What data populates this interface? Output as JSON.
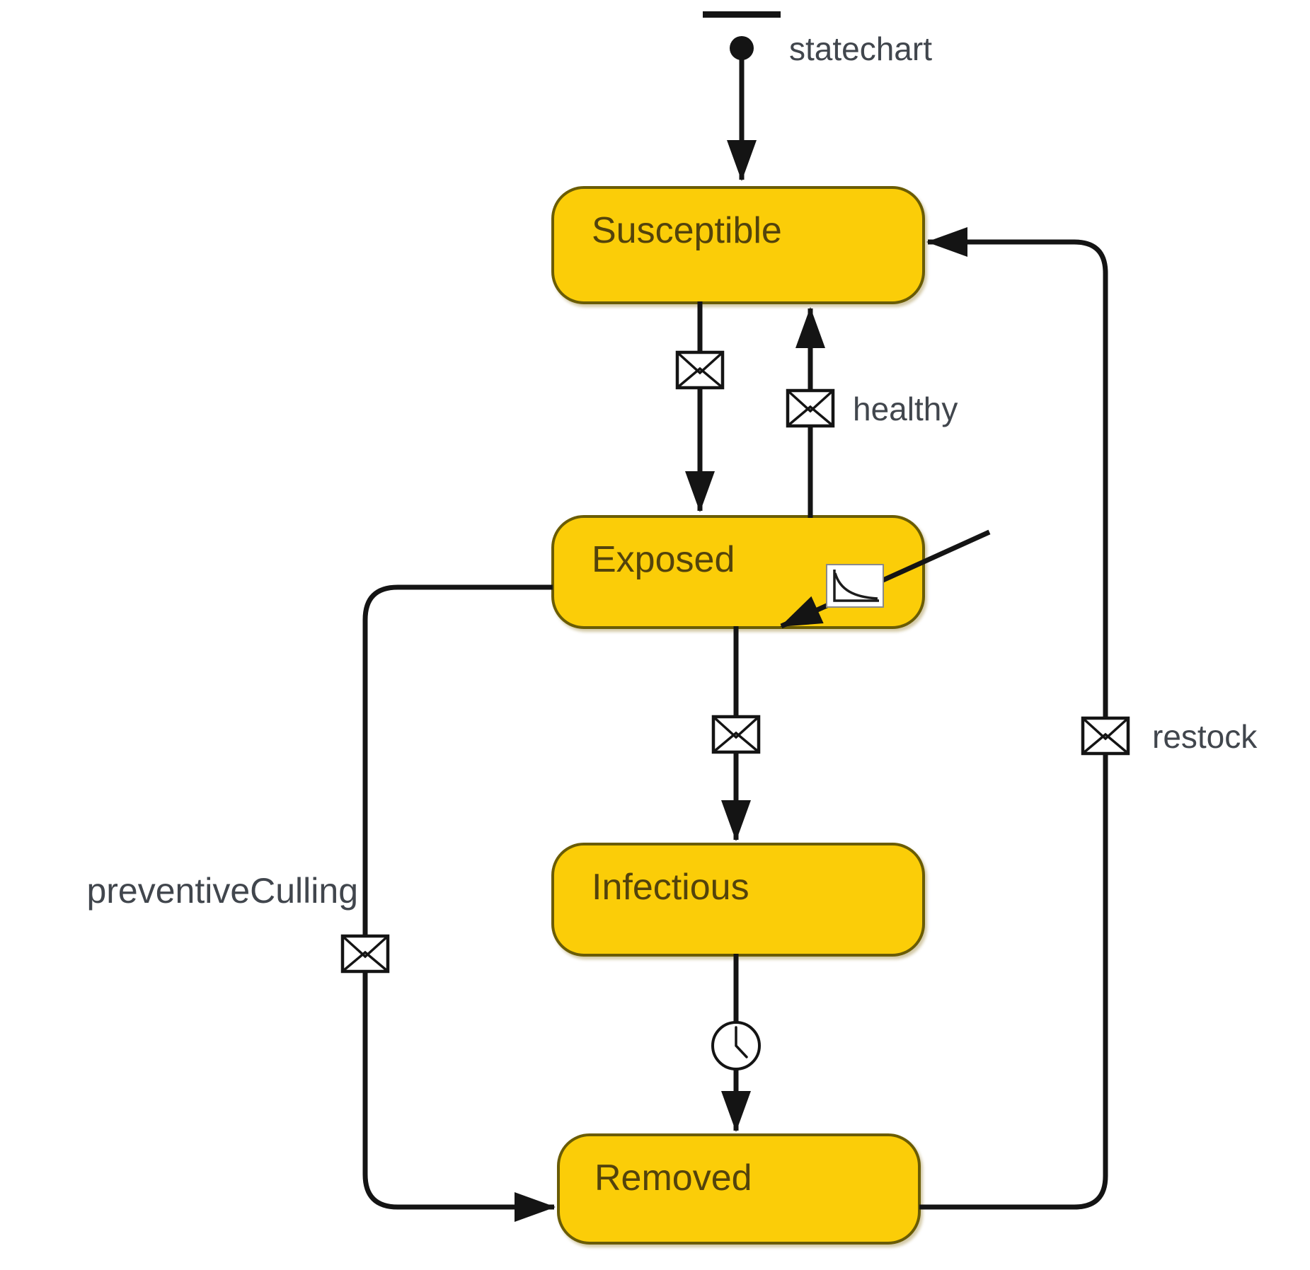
{
  "diagram": {
    "entry": {
      "label": "statechart",
      "icon": "initial-state-pointer-icon"
    },
    "states": [
      {
        "id": "susceptible",
        "label": "Susceptible"
      },
      {
        "id": "exposed",
        "label": "Exposed"
      },
      {
        "id": "infectious",
        "label": "Infectious"
      },
      {
        "id": "removed",
        "label": "Removed"
      }
    ],
    "transitions": [
      {
        "from": "Susceptible",
        "to": "Exposed",
        "trigger": "message",
        "icon": "message-envelope-icon",
        "label": ""
      },
      {
        "from": "Exposed",
        "to": "Susceptible",
        "trigger": "message",
        "icon": "message-envelope-icon",
        "label": "healthy"
      },
      {
        "from": "Exposed",
        "to": "Infectious",
        "trigger": "message",
        "icon": "message-envelope-icon",
        "label": ""
      },
      {
        "from": "Infectious",
        "to": "Removed",
        "trigger": "timeout",
        "icon": "timeout-clock-icon",
        "label": ""
      },
      {
        "from": "Exposed",
        "to": "Removed",
        "trigger": "message",
        "icon": "message-envelope-icon",
        "label": "preventiveCulling"
      },
      {
        "from": "Removed",
        "to": "Susceptible",
        "trigger": "message",
        "icon": "message-envelope-icon",
        "label": "restock"
      },
      {
        "from": "",
        "to": "Exposed",
        "trigger": "rate",
        "icon": "rate-curve-icon",
        "label": ""
      }
    ],
    "colors": {
      "state_fill": "#FBCD08",
      "state_border": "#6a5c05",
      "state_text": "#53430c",
      "line": "#141414",
      "label_text": "#41464d",
      "icon_background": "#ffffff"
    }
  }
}
